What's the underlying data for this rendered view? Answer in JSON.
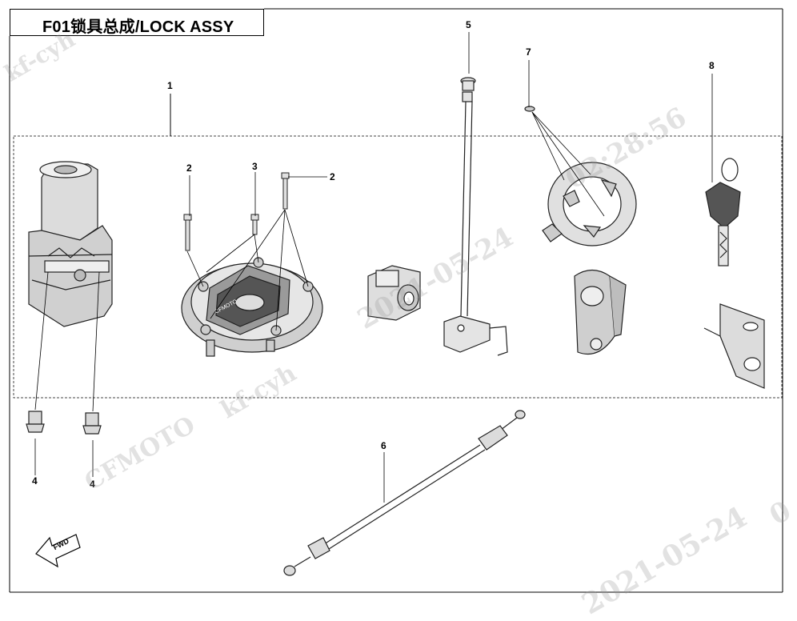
{
  "title": "F01锁具总成/LOCK ASSY",
  "callouts": {
    "c1": "1",
    "c2a": "2",
    "c3": "3",
    "c2b": "2",
    "c4a": "4",
    "c4b": "4",
    "c5": "5",
    "c6": "6",
    "c7": "7",
    "c8": "8"
  },
  "fwd_label": "FWD",
  "cap_logo": "CFMOTO",
  "watermarks": {
    "kf_top": "kf-cyh",
    "kf_mid": "kf-cyh",
    "cfmoto": "CFMOTO",
    "date_mid": "2021-05-24",
    "date_bottom": "2021-05-24",
    "time": "02:28:56",
    "edge": "0"
  }
}
